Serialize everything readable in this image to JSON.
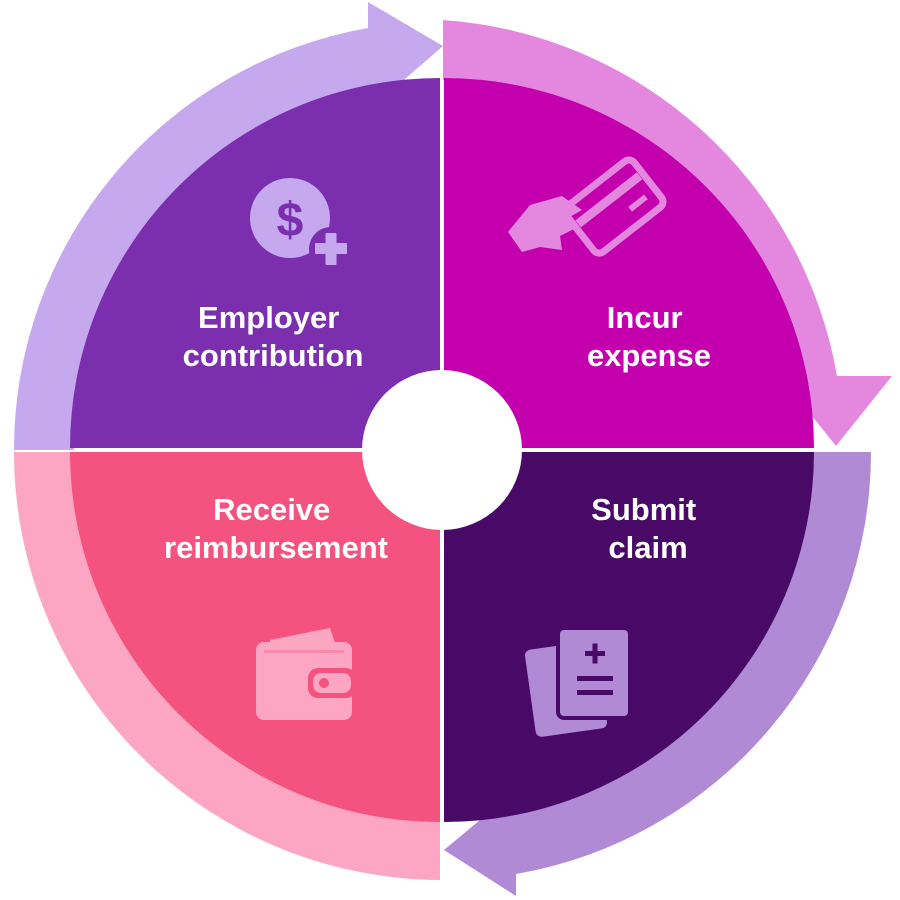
{
  "diagram": {
    "quadrants": [
      {
        "id": "employer-contribution",
        "lines": [
          "Employer",
          "contribution"
        ],
        "icon": "dollar-plus-icon",
        "fill": "#7B2FAE",
        "ring": "#C5A8EE"
      },
      {
        "id": "incur-expense",
        "lines": [
          "Incur",
          "expense"
        ],
        "icon": "hand-card-icon",
        "fill": "#C400AE",
        "ring": "#E488DF"
      },
      {
        "id": "submit-claim",
        "lines": [
          "Submit",
          "claim"
        ],
        "icon": "claim-documents-icon",
        "fill": "#490966",
        "ring": "#B08AD4"
      },
      {
        "id": "receive-reimbursement",
        "lines": [
          "Receive",
          "reimbursement"
        ],
        "icon": "wallet-icon",
        "fill": "#F4527F",
        "ring": "#FCA6C4"
      }
    ],
    "center_color": "#FFFFFF"
  }
}
